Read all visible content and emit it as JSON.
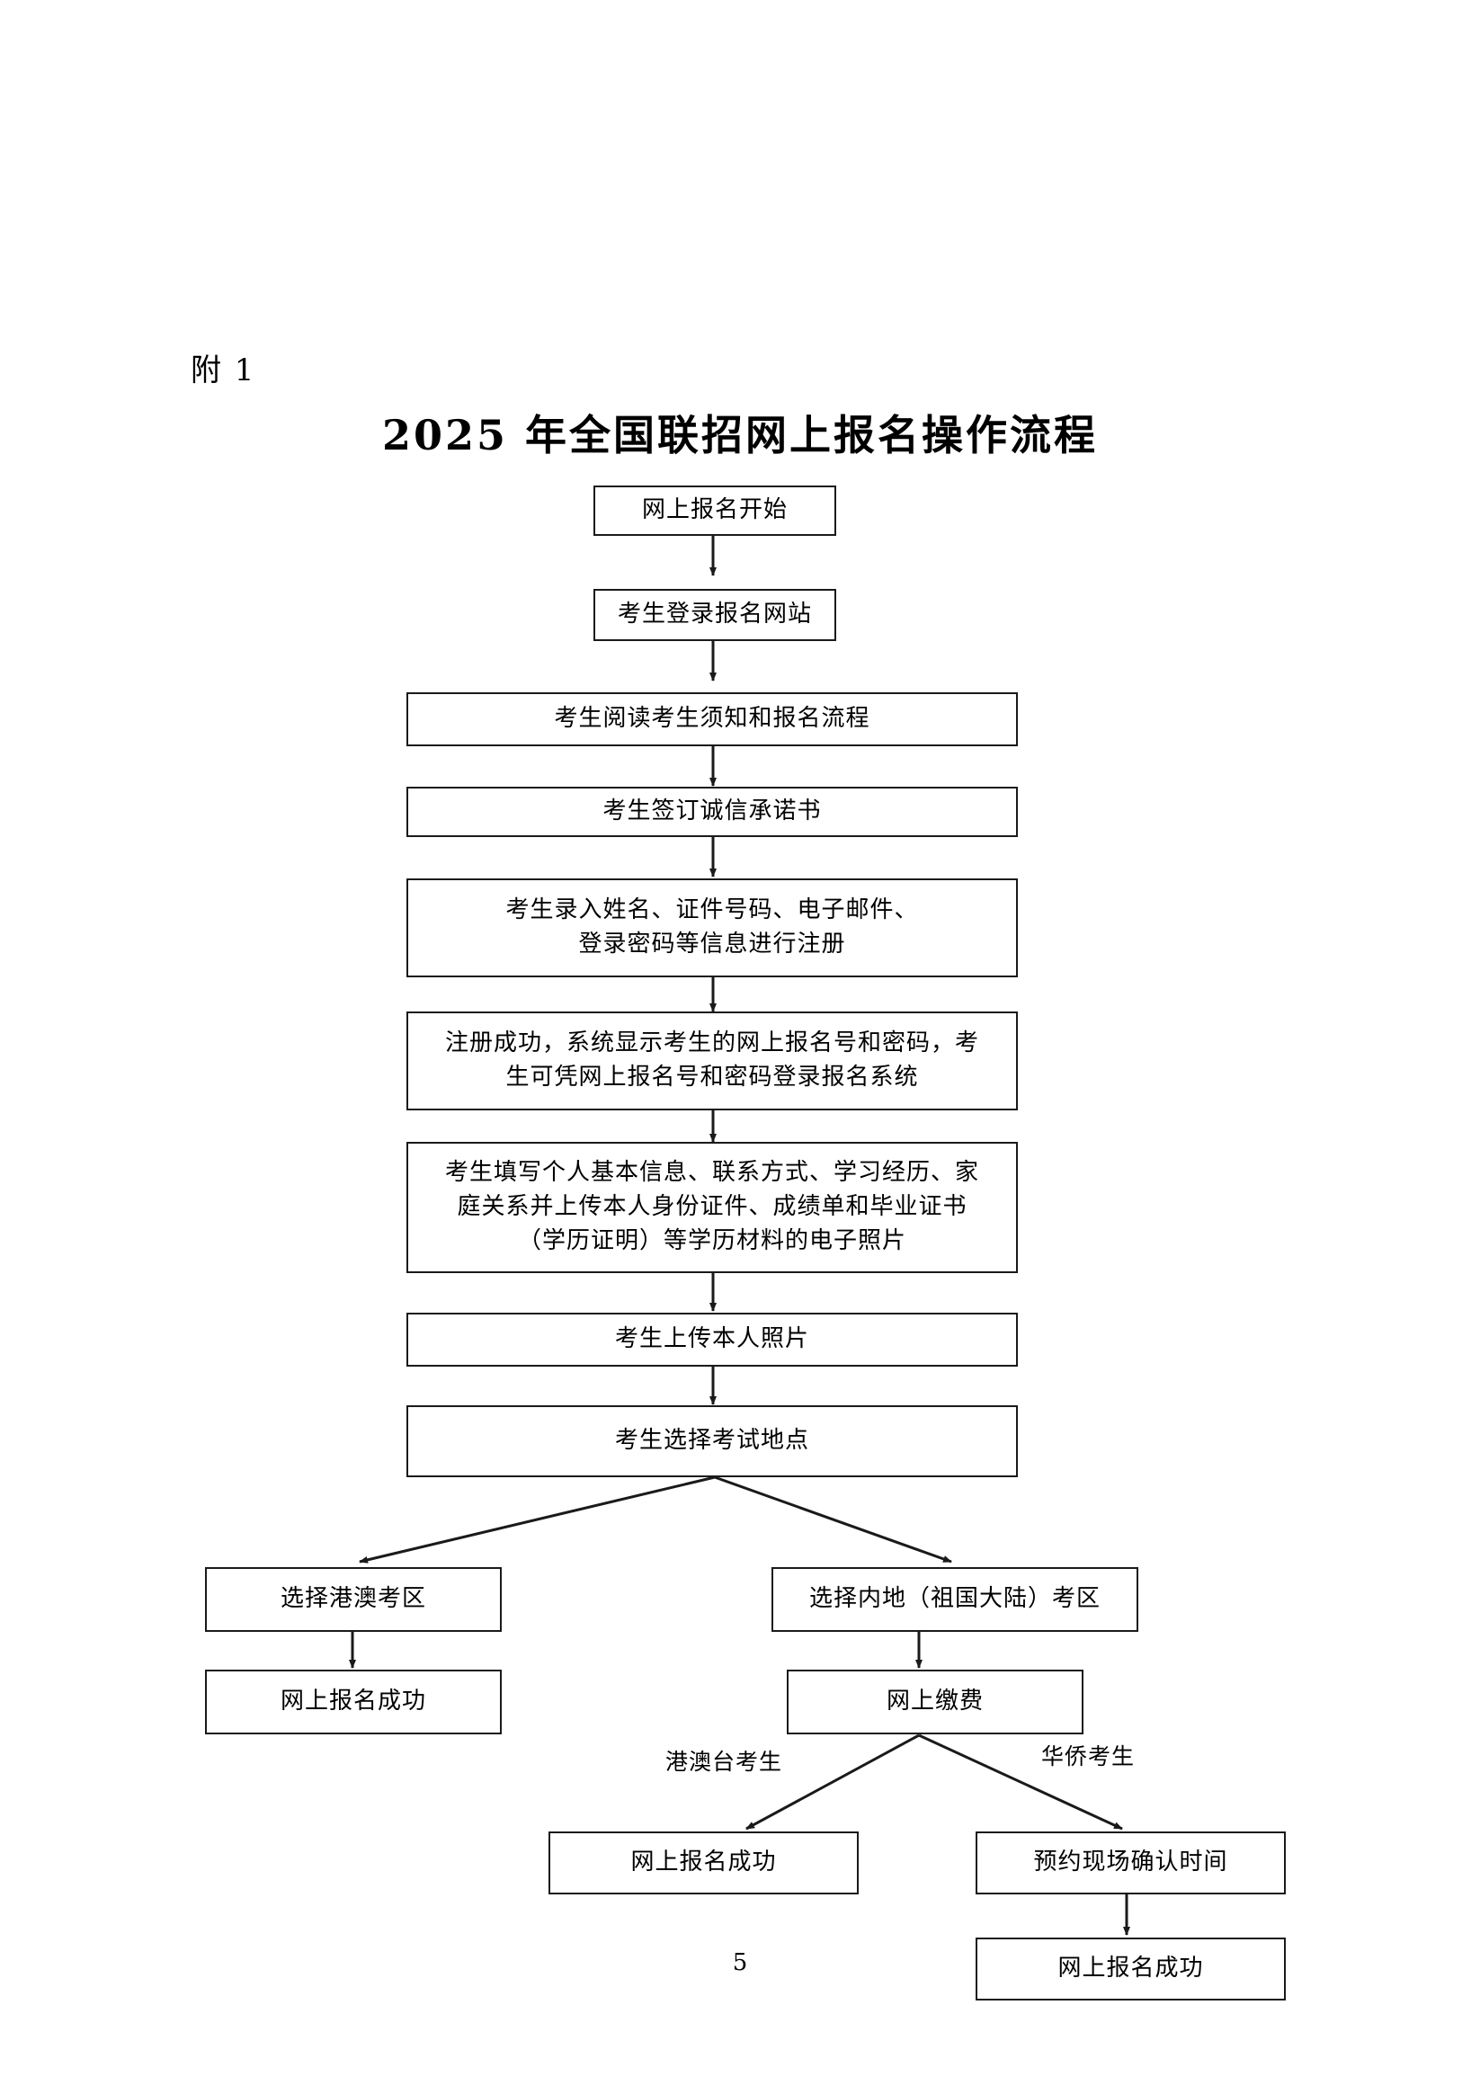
{
  "document": {
    "attachment_label": "附 1",
    "title": "2025 年全国联招网上报名操作流程",
    "page_number": "5"
  },
  "chart_data": {
    "type": "diagram",
    "title": "2025 年全国联招网上报名操作流程",
    "nodes": [
      {
        "id": "n1",
        "label": "网上报名开始"
      },
      {
        "id": "n2",
        "label": "考生登录报名网站"
      },
      {
        "id": "n3",
        "label": "考生阅读考生须知和报名流程"
      },
      {
        "id": "n4",
        "label": "考生签订诚信承诺书"
      },
      {
        "id": "n5",
        "label": "考生录入姓名、证件号码、电子邮件、\n登录密码等信息进行注册"
      },
      {
        "id": "n6",
        "label": "注册成功，系统显示考生的网上报名号和密码，考\n生可凭网上报名号和密码登录报名系统"
      },
      {
        "id": "n7",
        "label": "考生填写个人基本信息、联系方式、学习经历、家\n庭关系并上传本人身份证件、成绩单和毕业证书\n（学历证明）等学历材料的电子照片"
      },
      {
        "id": "n8",
        "label": "考生上传本人照片"
      },
      {
        "id": "n9",
        "label": "考生选择考试地点"
      },
      {
        "id": "n10",
        "label": "选择港澳考区"
      },
      {
        "id": "n11",
        "label": "选择内地（祖国大陆）考区"
      },
      {
        "id": "n12",
        "label": "网上报名成功"
      },
      {
        "id": "n13",
        "label": "网上缴费"
      },
      {
        "id": "n14",
        "label": "网上报名成功"
      },
      {
        "id": "n15",
        "label": "预约现场确认时间"
      },
      {
        "id": "n16",
        "label": "网上报名成功"
      }
    ],
    "edges": [
      {
        "from": "n1",
        "to": "n2",
        "label": ""
      },
      {
        "from": "n2",
        "to": "n3",
        "label": ""
      },
      {
        "from": "n3",
        "to": "n4",
        "label": ""
      },
      {
        "from": "n4",
        "to": "n5",
        "label": ""
      },
      {
        "from": "n5",
        "to": "n6",
        "label": ""
      },
      {
        "from": "n6",
        "to": "n7",
        "label": ""
      },
      {
        "from": "n7",
        "to": "n8",
        "label": ""
      },
      {
        "from": "n8",
        "to": "n9",
        "label": ""
      },
      {
        "from": "n9",
        "to": "n10",
        "label": ""
      },
      {
        "from": "n9",
        "to": "n11",
        "label": ""
      },
      {
        "from": "n10",
        "to": "n12",
        "label": ""
      },
      {
        "from": "n11",
        "to": "n13",
        "label": ""
      },
      {
        "from": "n13",
        "to": "n14",
        "label": "港澳台考生"
      },
      {
        "from": "n13",
        "to": "n15",
        "label": "华侨考生"
      },
      {
        "from": "n15",
        "to": "n16",
        "label": ""
      }
    ],
    "edge_labels": [
      {
        "id": "l1",
        "text": "港澳台考生"
      },
      {
        "id": "l2",
        "text": "华侨考生"
      }
    ]
  },
  "colors": {
    "stroke": "#1a1a1a",
    "background": "#ffffff",
    "text": "#000000"
  }
}
